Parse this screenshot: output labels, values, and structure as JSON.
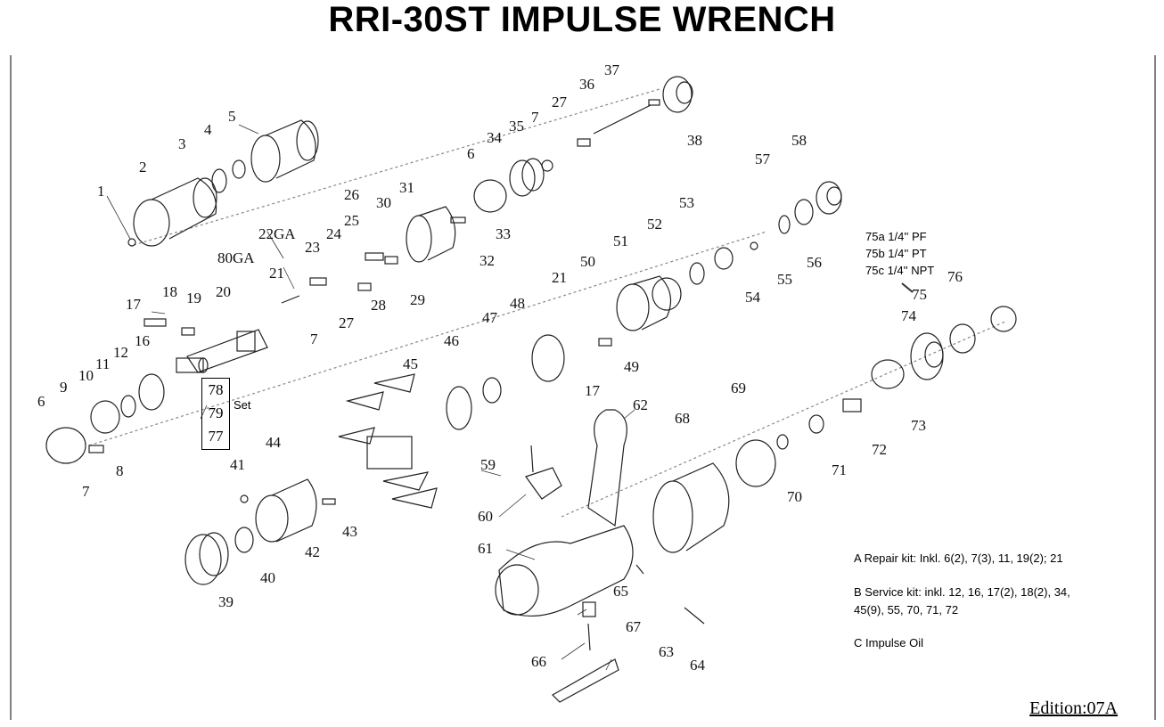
{
  "title": "RRI-30ST IMPULSE WRENCH",
  "edition": "Edition:07A",
  "set_box": {
    "items": [
      "78",
      "79",
      "77"
    ],
    "label": "Set"
  },
  "variants": [
    "75a 1/4'' PF",
    "75b 1/4'' PT",
    "75c 1/4'' NPT"
  ],
  "kits": [
    "A Repair kit: Inkl. 6(2), 7(3), 11, 19(2); 21",
    "B Service kit: inkl. 12, 16, 17(2), 18(2), 34,",
    "45(9), 55, 70, 71, 72",
    "C Impulse Oil"
  ],
  "callouts": [
    "1",
    "2",
    "3",
    "4",
    "5",
    "6",
    "7",
    "8",
    "9",
    "10",
    "11",
    "12",
    "16",
    "17",
    "18",
    "19",
    "20",
    "21",
    "22GA",
    "23",
    "24",
    "25",
    "26",
    "27",
    "28",
    "29",
    "30",
    "31",
    "32",
    "33",
    "6",
    "34",
    "35",
    "7",
    "27",
    "36",
    "37",
    "38",
    "80GA",
    "21",
    "7",
    "27",
    "6",
    "7",
    "39",
    "40",
    "41",
    "42",
    "43",
    "44",
    "45",
    "46",
    "47",
    "48",
    "21",
    "17",
    "49",
    "50",
    "51",
    "52",
    "53",
    "54",
    "55",
    "56",
    "57",
    "58",
    "59",
    "60",
    "61",
    "62",
    "63",
    "64",
    "65",
    "66",
    "67",
    "68",
    "69",
    "70",
    "71",
    "72",
    "73",
    "74",
    "75",
    "76"
  ]
}
